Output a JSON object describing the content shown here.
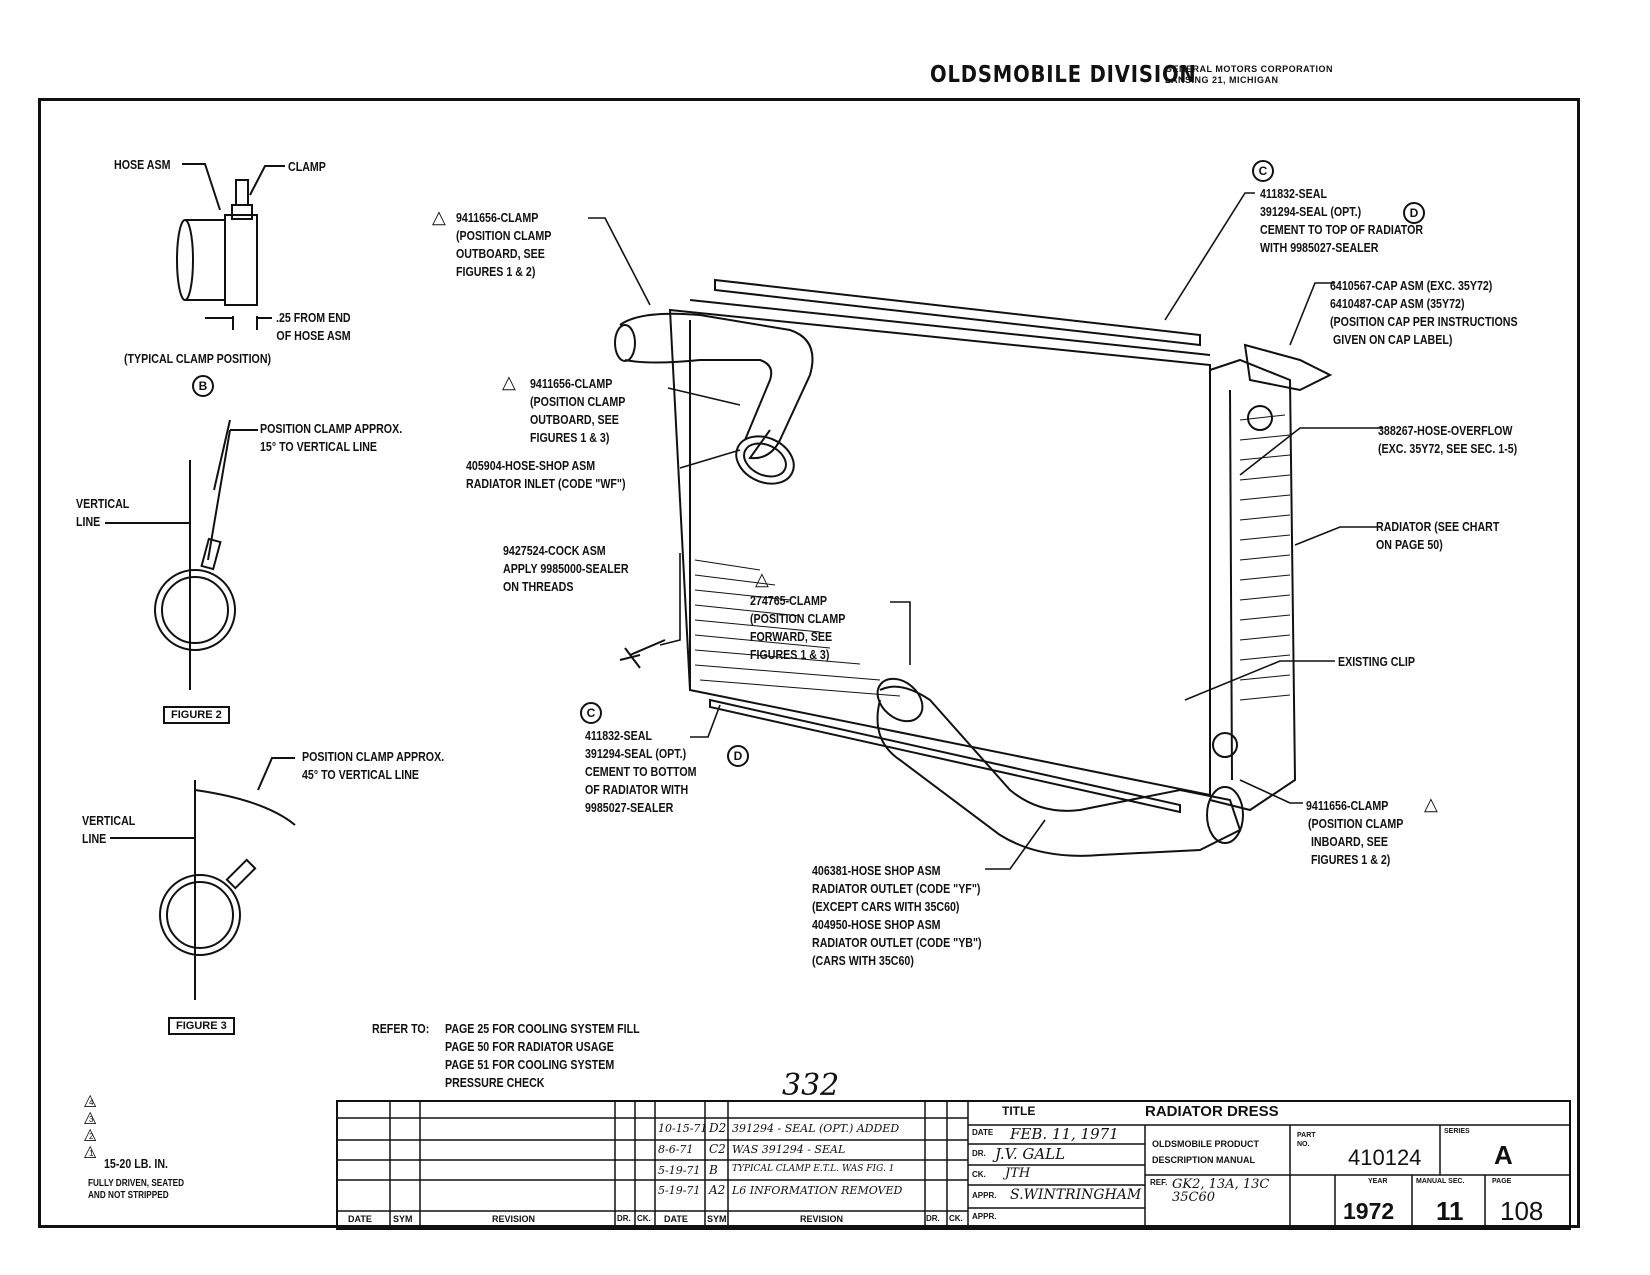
{
  "header": {
    "division": "OLDSMOBILE DIVISION",
    "corp_line1": "GENERAL MOTORS CORPORATION",
    "corp_line2": "LANSING 21, MICHIGAN"
  },
  "callouts": {
    "hose_asm": "HOSE ASM",
    "clamp": "CLAMP",
    "from_end": ".25 FROM END\nOF HOSE ASM",
    "typical_clamp": "(TYPICAL CLAMP POSITION)",
    "pos15": "POSITION CLAMP APPROX.\n15° TO VERTICAL LINE",
    "vertical_line_1": "VERTICAL\nLINE",
    "pos45": "POSITION CLAMP APPROX.\n45° TO VERTICAL LINE",
    "vertical_line_2": "VERTICAL\nLINE",
    "clamp_top": "9411656-CLAMP\n(POSITION CLAMP\nOUTBOARD, SEE\nFIGURES 1 & 2)",
    "clamp_mid": "9411656-CLAMP\n(POSITION CLAMP\nOUTBOARD, SEE\nFIGURES 1 & 3)",
    "hose_inlet": "405904-HOSE-SHOP ASM\nRADIATOR INLET (CODE \"WF\")",
    "cock": "9427524-COCK ASM\nAPPLY 9985000-SEALER\nON THREADS",
    "clamp_fwd": "274765-CLAMP\n(POSITION CLAMP\nFORWARD, SEE\nFIGURES 1 & 3)",
    "seal_bottom": "411832-SEAL\n391294-SEAL (OPT.)\nCEMENT TO BOTTOM\nOF RADIATOR WITH\n9985027-SEALER",
    "seal_top": "411832-SEAL\n391294-SEAL (OPT.)\nCEMENT TO TOP OF RADIATOR\nWITH 9985027-SEALER",
    "cap": "6410567-CAP ASM (EXC. 35Y72)\n6410487-CAP ASM (35Y72)\n(POSITION CAP PER INSTRUCTIONS\n GIVEN ON CAP LABEL)",
    "overflow": "388267-HOSE-OVERFLOW\n(EXC. 35Y72, SEE SEC. 1-5)",
    "radiator": "RADIATOR (SEE CHART\nON PAGE 50)",
    "existing_clip": "EXISTING CLIP",
    "clamp_inboard": "9411656-CLAMP",
    "clamp_inboard_note": "(POSITION CLAMP\n INBOARD, SEE\n FIGURES 1 & 2)",
    "hose_outlet": "406381-HOSE SHOP ASM\nRADIATOR OUTLET (CODE \"YF\")\n(EXCEPT CARS WITH 35C60)\n404950-HOSE SHOP ASM\nRADIATOR OUTLET (CODE \"YB\")\n(CARS WITH 35C60)",
    "refer_to": "REFER TO:",
    "refer_lines": "PAGE 25 FOR COOLING SYSTEM FILL\nPAGE 50 FOR RADIATOR USAGE\nPAGE 51 FOR COOLING SYSTEM\nPRESSURE CHECK"
  },
  "markers": {
    "c": "C",
    "d": "D",
    "b": "B"
  },
  "figures": {
    "fig2": "FIGURE 2",
    "fig3": "FIGURE 3"
  },
  "notes": {
    "n1": "15-20 LB. IN.",
    "n2": "FULLY DRIVEN, SEATED\nAND NOT STRIPPED",
    "tri_labels": [
      "4",
      "3",
      "2",
      "1"
    ]
  },
  "handwritten_number": "332",
  "title_block": {
    "title_label": "TITLE",
    "title": "RADIATOR DRESS",
    "date_label": "DATE",
    "date": "FEB. 11, 1971",
    "dr_label": "DR.",
    "dr": "J.V. GALL",
    "ck_label": "CK.",
    "ck": "JTH",
    "appr_label": "APPR.",
    "appr": "S.WINTRINGHAM",
    "appr2_label": "APPR.",
    "product_line1": "OLDSMOBILE PRODUCT",
    "product_line2": "DESCRIPTION MANUAL",
    "part_label": "PART\nNO.",
    "part_no": "410124",
    "series_label": "SERIES",
    "series": "A",
    "ref_label": "REF.",
    "ref": "GK2, 13A, 13C\n35C60",
    "year_label": "YEAR",
    "year": "1972",
    "manual_sec_label": "MANUAL SEC.",
    "manual_sec": "11",
    "page_label": "PAGE",
    "page": "108",
    "col_headers_left": [
      "DATE",
      "SYM",
      "REVISION",
      "DR.",
      "CK."
    ],
    "col_headers_right": [
      "DATE",
      "SYM",
      "REVISION",
      "DR.",
      "CK."
    ],
    "revisions": [
      {
        "date": "10-15-71",
        "sym": "D2",
        "text": "391294 - SEAL (OPT.) ADDED"
      },
      {
        "date": "8-6-71",
        "sym": "C2",
        "text": "WAS 391294 - SEAL"
      },
      {
        "date": "5-19-71",
        "sym": "B",
        "text": "TYPICAL CLAMP E.T.L. WAS FIG. 1"
      },
      {
        "date": "5-19-71",
        "sym": "A2",
        "text": "L6 INFORMATION REMOVED"
      }
    ]
  }
}
